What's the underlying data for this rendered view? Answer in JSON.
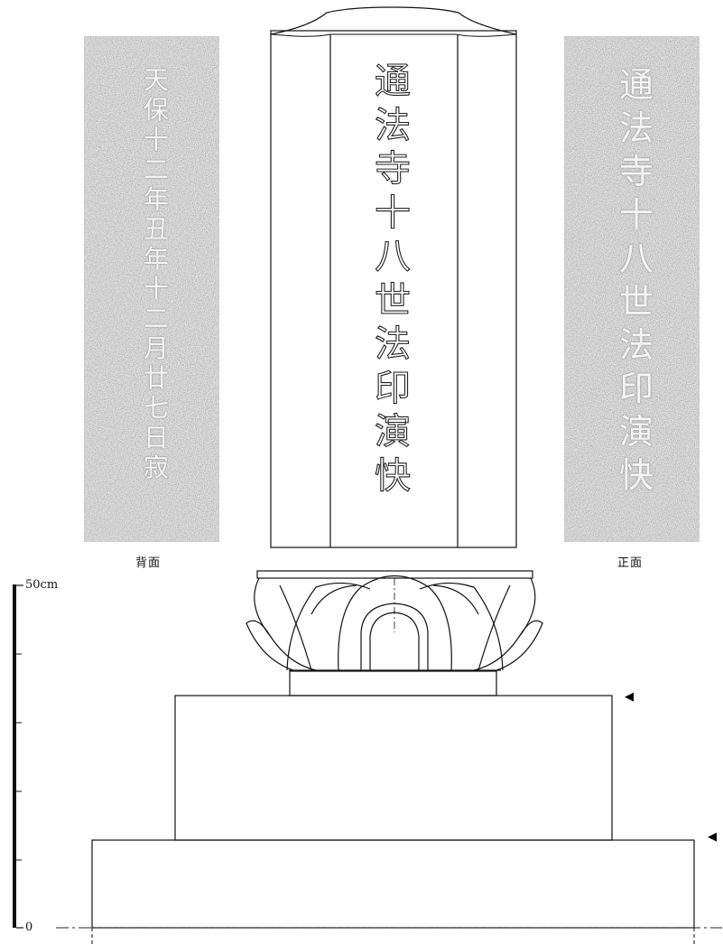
{
  "front_inscription": [
    "通",
    "法",
    "寺",
    "十",
    "八",
    "世",
    "法",
    "印",
    "演",
    "快"
  ],
  "back_inscription": [
    "天",
    "保",
    "十",
    "二",
    "年",
    "丑",
    "年",
    "十",
    "二",
    "月",
    "廿",
    "七",
    "日",
    "寂"
  ],
  "captions": {
    "back": "背面",
    "front": "正面"
  },
  "scale": {
    "top_label": "50cm",
    "bottom_label": "0"
  },
  "markers": [
    "◀",
    "◀"
  ]
}
